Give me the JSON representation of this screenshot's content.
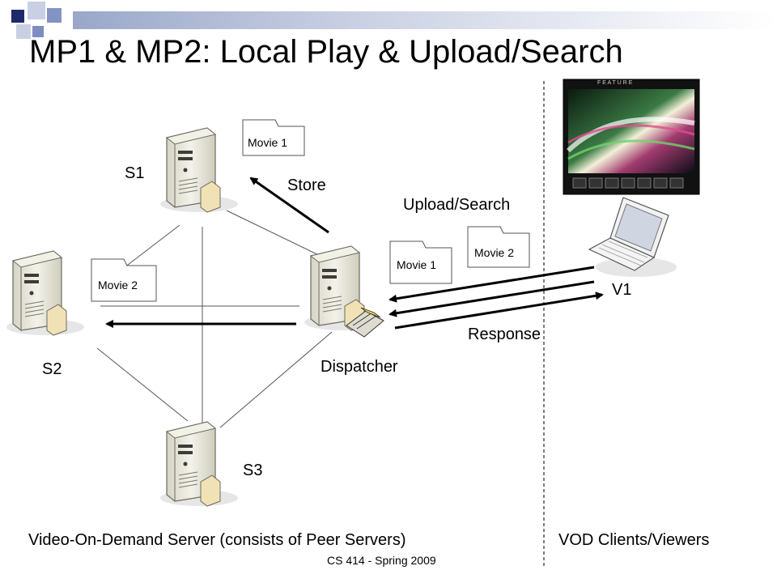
{
  "slide": {
    "title": "MP1 & MP2: Local Play & Upload/Search",
    "footer": "CS 414 - Spring 2009"
  },
  "diagram": {
    "servers": {
      "s1": "S1",
      "s2": "S2",
      "s3": "S3",
      "dispatcher": "Dispatcher"
    },
    "client": "V1",
    "folders": {
      "s1_movie": "Movie 1",
      "s2_movie": "Movie 2",
      "upload_movie1": "Movie 1",
      "upload_movie2": "Movie 2"
    },
    "arrows": {
      "store": "Store",
      "upload_search": "Upload/Search",
      "response": "Response"
    },
    "sections": {
      "server_side": "Video-On-Demand Server (consists of Peer Servers)",
      "client_side": "VOD Clients/Viewers"
    },
    "player": {
      "header": "F E A T U R E"
    }
  },
  "colors": {
    "accent_dark": "#1f2a6b",
    "accent_mid": "#7f8cbf",
    "accent_light": "#c9d0e3",
    "server_body": "#e8e6d8",
    "folder_tab": "#f1e2b6"
  }
}
